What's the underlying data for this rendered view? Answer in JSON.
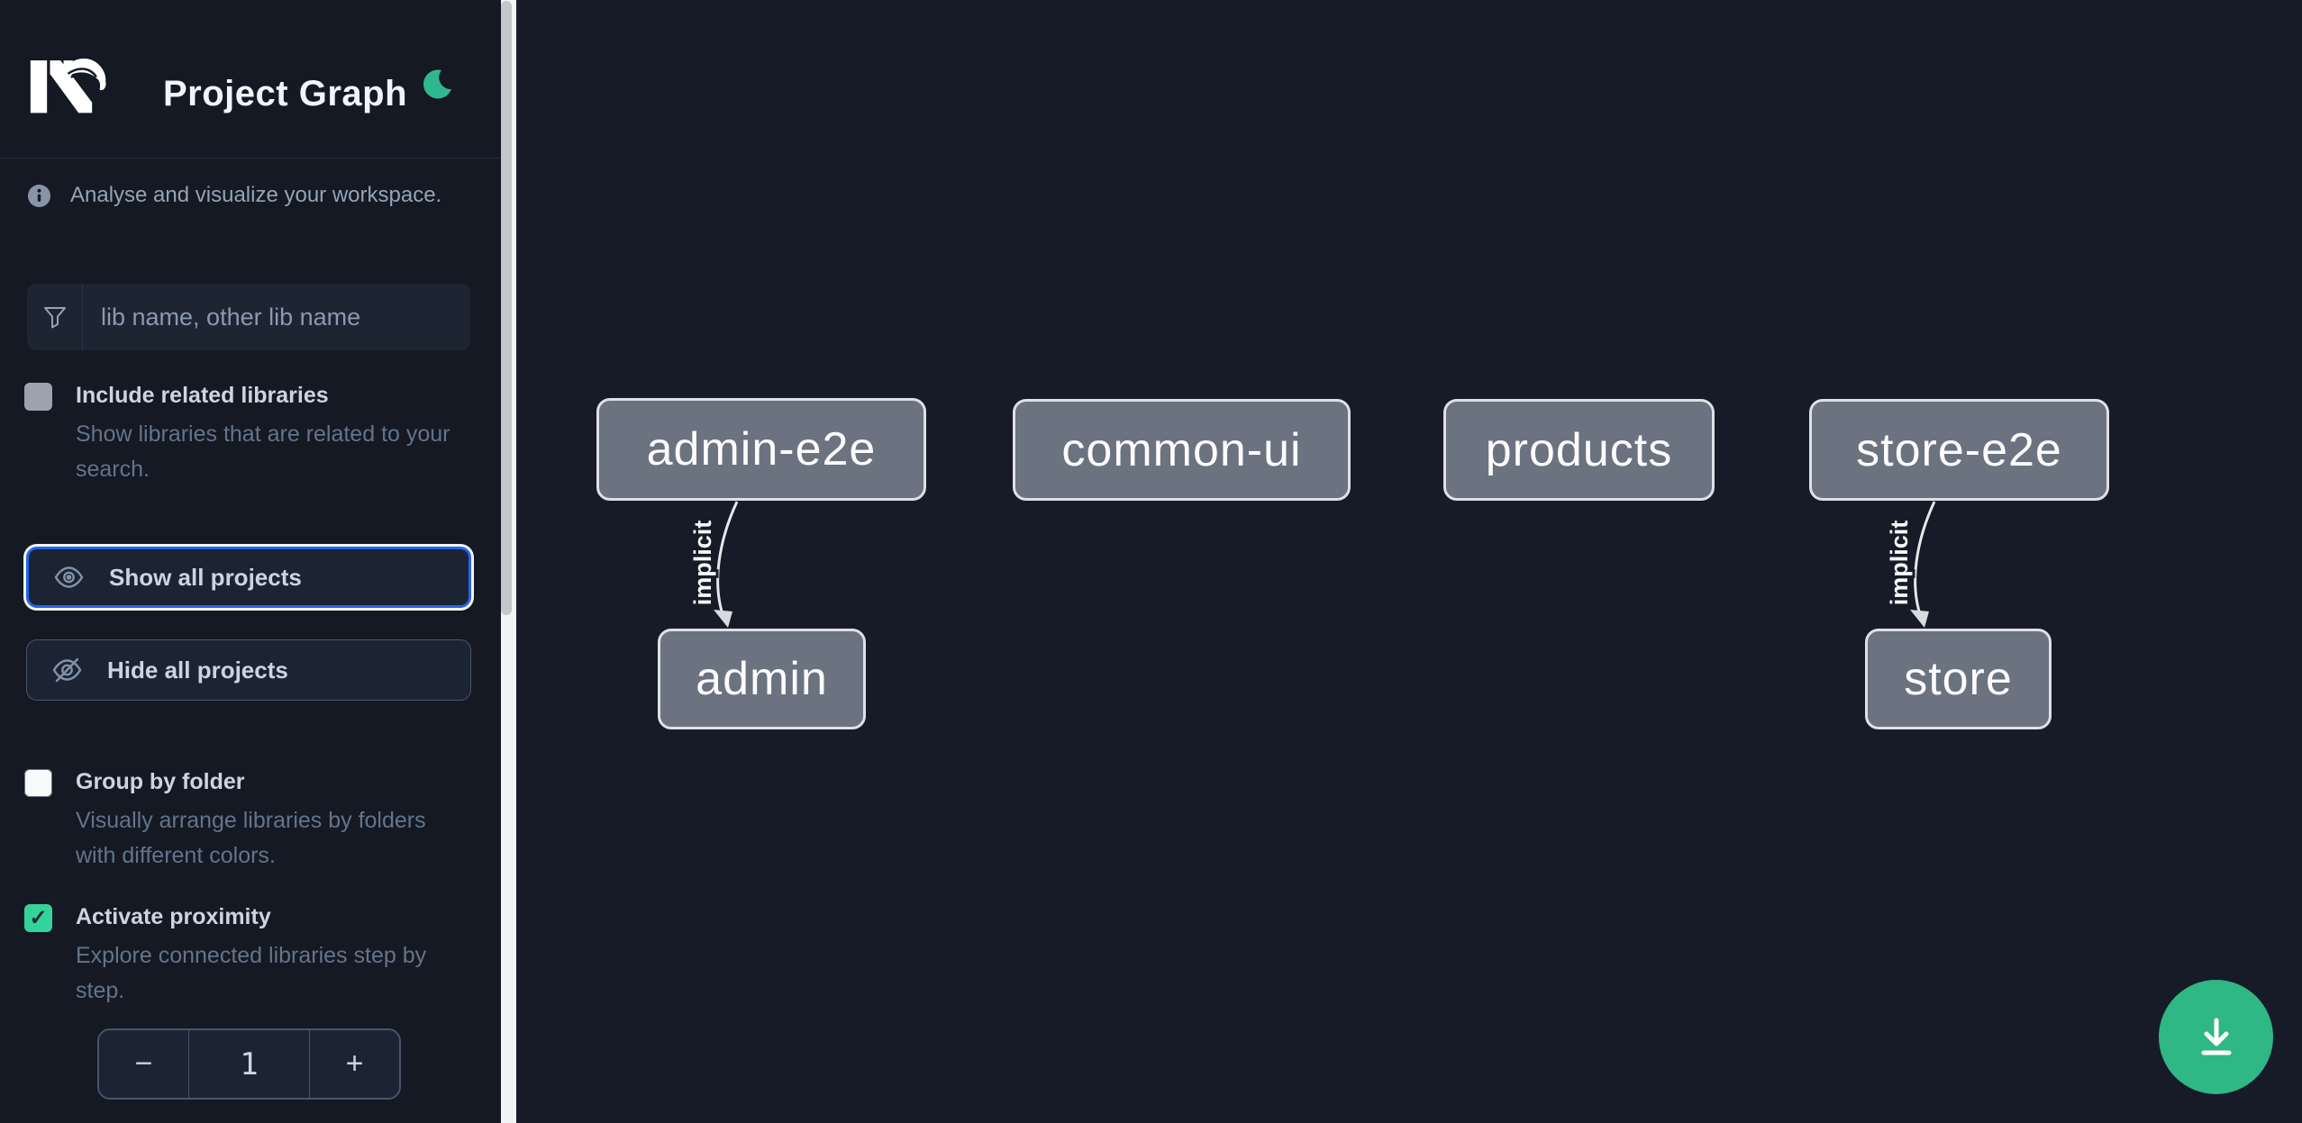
{
  "app": {
    "title": "Project Graph"
  },
  "colors": {
    "accent_green": "#2fb786",
    "checkbox_checked_green": "#34d399",
    "focus_ring_blue": "#2563eb",
    "node_fill_gray": "#6b7280",
    "sidebar_bg": "#141923",
    "canvas_bg": "#161b27"
  },
  "header": {
    "moon_icon": "moon-crescent",
    "logo": "nx-logo"
  },
  "sidebar": {
    "tagline": "Analyse and visualize your workspace.",
    "search": {
      "placeholder": "lib name, other lib name",
      "value": "",
      "icon": "filter-funnel-icon"
    },
    "options": [
      {
        "label": "Include related libraries",
        "description": "Show libraries that are related to your search.",
        "checked": false
      },
      {
        "label": "Group by folder",
        "description": "Visually arrange libraries by folders with different colors.",
        "checked": false
      },
      {
        "label": "Activate proximity",
        "description": "Explore connected libraries step by step.",
        "checked": true,
        "checkmark": "✓"
      }
    ],
    "buttons": {
      "show_all": "Show all projects",
      "hide_all": "Hide all projects"
    },
    "proximity_stepper": {
      "decrement": "−",
      "value": "1",
      "increment": "+"
    }
  },
  "graph": {
    "nodes": [
      {
        "label": "admin-e2e"
      },
      {
        "label": "common-ui"
      },
      {
        "label": "products"
      },
      {
        "label": "store-e2e"
      },
      {
        "label": "admin"
      },
      {
        "label": "store"
      }
    ],
    "edges": [
      {
        "source": "admin-e2e",
        "target": "admin",
        "label": "implicit"
      },
      {
        "source": "store-e2e",
        "target": "store",
        "label": "implicit"
      }
    ]
  },
  "fab": {
    "icon": "download-icon"
  }
}
